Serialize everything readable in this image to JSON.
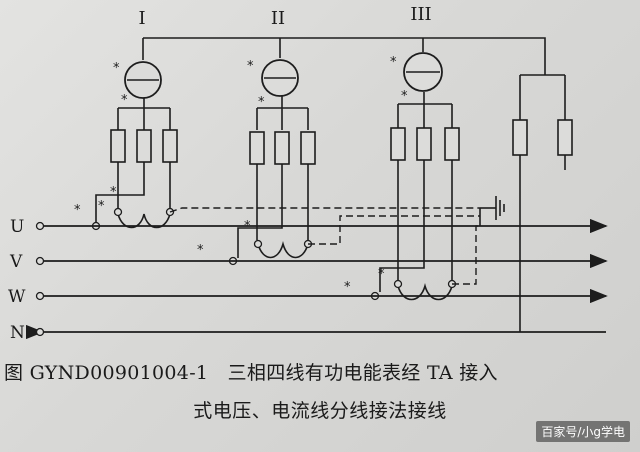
{
  "diagram": {
    "meters": [
      {
        "label": "I"
      },
      {
        "label": "II"
      },
      {
        "label": "III"
      }
    ],
    "lines": [
      {
        "label": "U"
      },
      {
        "label": "V"
      },
      {
        "label": "W"
      },
      {
        "label": "N"
      }
    ],
    "polarity_mark": "*"
  },
  "caption": {
    "line1": "图 GYND00901004-1　三相四线有功电能表经 TA 接入",
    "line2": "式电压、电流线分线接法接线"
  },
  "watermark": "百家号/小g学电"
}
